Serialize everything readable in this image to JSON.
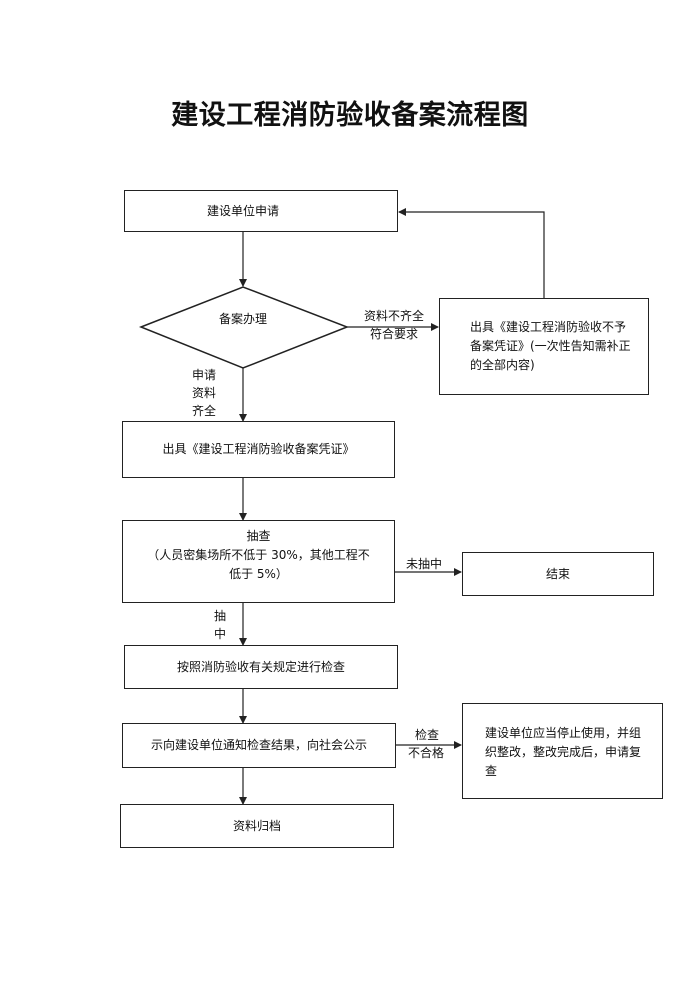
{
  "title": "建设工程消防验收备案流程图",
  "nodes": {
    "apply": "建设单位申请",
    "filing": "备案办理",
    "reject": "出具《建设工程消防验收不予备案凭证》(一次性告知需补正的全部内容)",
    "certificate": "出具《建设工程消防验收备案凭证》",
    "spot_check_title": "抽查",
    "spot_check_detail": "（人员密集场所不低于 30%，其他工程不低于 5%）",
    "end": "结束",
    "inspect": "按照消防验收有关规定进行检查",
    "notify": "示向建设单位通知检查结果，向社会公示",
    "rectify": "建设单位应当停止使用，并组织整改，整改完成后，申请复查",
    "archive": "资料归档"
  },
  "edge_labels": {
    "incomplete_line1": "资料不齐全",
    "incomplete_line2": "符合要求",
    "complete_line1": "申请",
    "complete_line2": "资料",
    "complete_line3": "齐全",
    "not_selected": "未抽中",
    "selected_line1": "抽",
    "selected_line2": "中",
    "failed_line1": "检查",
    "failed_line2": "不合格"
  }
}
